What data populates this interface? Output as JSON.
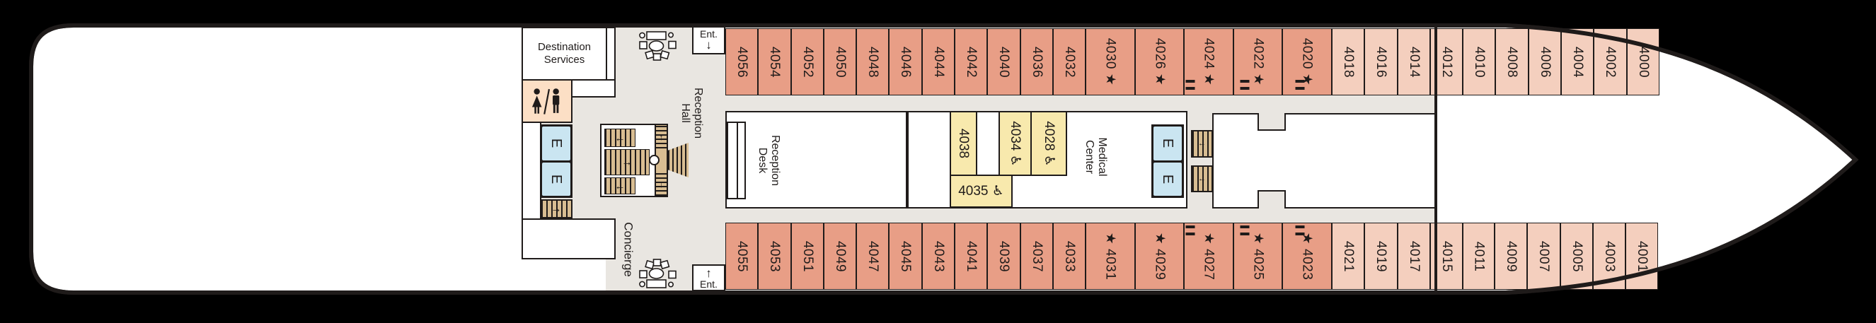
{
  "colors": {
    "line": "#1f1b1a",
    "floor": "#e9e6e1",
    "cabin-dark": "#e89e86",
    "cabin-light": "#f4cfbe",
    "cabin-yellow": "#f8e9ad",
    "restroom": "#fcdfc5",
    "elevator": "#cae5f1",
    "stairs": "#d8bd92"
  },
  "rooms": {
    "destination_services": {
      "line1": "Destination",
      "line2": "Services"
    },
    "reception_hall": {
      "line1": "Reception",
      "line2": "Hall"
    },
    "reception_desk": {
      "line1": "Reception",
      "line2": "Desk"
    },
    "medical_center": {
      "line1": "Medical",
      "line2": "Center"
    },
    "concierge": {
      "label": "Concierge"
    }
  },
  "entrances": {
    "top": {
      "label": "Ent.",
      "arrow": "↓"
    },
    "bottom": {
      "label": "Ent.",
      "arrow": "↑"
    }
  },
  "elevators": {
    "label": "E"
  },
  "cabins": {
    "top_row": [
      "4056",
      "4054",
      "4052",
      "4050",
      "4048",
      "4046",
      "4044",
      "4042",
      "4040",
      "4036",
      "4032",
      "4030 ★",
      "4026 ★",
      "4024 ★",
      "4022 ★",
      "4020 ★",
      "4018",
      "4016",
      "4014",
      "4012",
      "4010",
      "4008",
      "4006",
      "4004",
      "4002",
      "4000"
    ],
    "bottom_row": [
      "4055",
      "4053",
      "4051",
      "4049",
      "4047",
      "4045",
      "4043",
      "4041",
      "4039",
      "4037",
      "4033",
      "★ 4031",
      "★ 4029",
      "★ 4027",
      "★ 4025",
      "★ 4023",
      "4021",
      "4019",
      "4017",
      "4015",
      "4011",
      "4009",
      "4007",
      "4005",
      "4003",
      "4001"
    ],
    "first_light_index_top": 16,
    "first_light_index_bottom": 16,
    "middle": {
      "c4038": "4038",
      "c4034": "4034 ♿",
      "c4028": "4028 ♿",
      "c4035": "4035 ♿"
    }
  },
  "connecting_rooms": {
    "top": [
      [
        "4018",
        "4016"
      ],
      [
        "4014",
        "4012"
      ],
      [
        "4010",
        "4008"
      ]
    ],
    "bottom": [
      [
        "4021",
        "4019"
      ],
      [
        "4017",
        "4015"
      ],
      [
        "4011",
        "4009"
      ]
    ]
  },
  "stair_arrows": {
    "grand_top": "←",
    "grand_mid": "→",
    "grand_bottom": "←",
    "grand_up": "↑",
    "grand_down": "↓",
    "left_bank": "→",
    "right_bank_top": "←",
    "right_bank_bottom": "←"
  }
}
